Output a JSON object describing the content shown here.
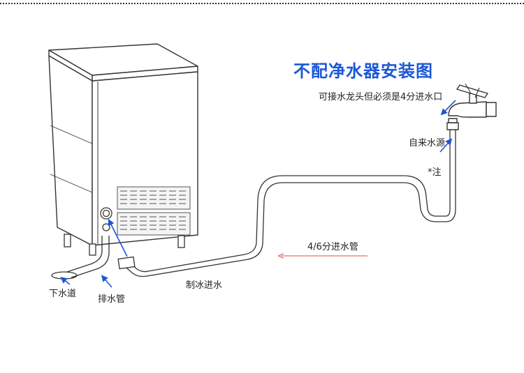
{
  "title": "不配净水器安装图",
  "labels": {
    "faucet_note": "可接水龙头但必须是4分进水口",
    "water_source": "自来水源",
    "note_mark": "*注",
    "pipe_spec": "4/6分进水管",
    "ice_inlet": "制冰进水",
    "floor_drain": "下水道",
    "drain_pipe": "排水管"
  },
  "colors": {
    "title": "#1b57d6",
    "arrow": "#1b57d6",
    "flow_arrow": "#e07070",
    "line": "#333333"
  },
  "icons": {
    "arrow": "blue-arrow-icon",
    "faucet": "faucet-icon"
  }
}
